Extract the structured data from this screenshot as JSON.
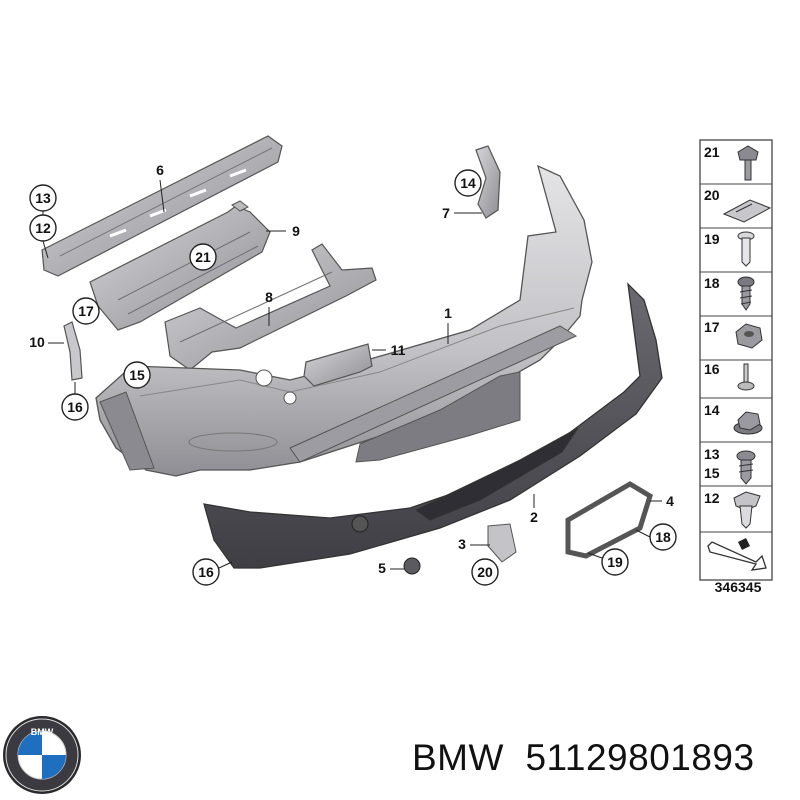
{
  "diagram": {
    "drawing_number": "346345",
    "callouts": [
      {
        "id": "c13",
        "label": "13",
        "circled": true
      },
      {
        "id": "c12",
        "label": "12",
        "circled": true
      },
      {
        "id": "c6",
        "label": "6",
        "circled": false
      },
      {
        "id": "c14",
        "label": "14",
        "circled": true
      },
      {
        "id": "c7",
        "label": "7",
        "circled": false
      },
      {
        "id": "c21",
        "label": "21",
        "circled": true
      },
      {
        "id": "c9",
        "label": "9",
        "circled": false
      },
      {
        "id": "c8",
        "label": "8",
        "circled": false
      },
      {
        "id": "c17",
        "label": "17",
        "circled": true
      },
      {
        "id": "c10",
        "label": "10",
        "circled": false
      },
      {
        "id": "c1",
        "label": "1",
        "circled": false
      },
      {
        "id": "c11",
        "label": "11",
        "circled": false
      },
      {
        "id": "c15",
        "label": "15",
        "circled": true
      },
      {
        "id": "c16a",
        "label": "16",
        "circled": true
      },
      {
        "id": "c4",
        "label": "4",
        "circled": false
      },
      {
        "id": "c2",
        "label": "2",
        "circled": false
      },
      {
        "id": "c18",
        "label": "18",
        "circled": true
      },
      {
        "id": "c3",
        "label": "3",
        "circled": false
      },
      {
        "id": "c16b",
        "label": "16",
        "circled": true
      },
      {
        "id": "c5",
        "label": "5",
        "circled": false
      },
      {
        "id": "c20",
        "label": "20",
        "circled": true
      },
      {
        "id": "c19",
        "label": "19",
        "circled": true
      }
    ],
    "legend": [
      {
        "labels": [
          "21"
        ],
        "icon": "torx-screw-icon"
      },
      {
        "labels": [
          "20"
        ],
        "icon": "spring-clip-icon"
      },
      {
        "labels": [
          "19"
        ],
        "icon": "expanding-rivet-icon"
      },
      {
        "labels": [
          "18"
        ],
        "icon": "self-tapping-screw-icon"
      },
      {
        "labels": [
          "17"
        ],
        "icon": "hex-nut-icon"
      },
      {
        "labels": [
          "16"
        ],
        "icon": "push-rivet-icon"
      },
      {
        "labels": [
          "14"
        ],
        "icon": "hex-nut-washer-icon"
      },
      {
        "labels": [
          "13",
          "15"
        ],
        "icon": "collar-screw-icon"
      },
      {
        "labels": [
          "12"
        ],
        "icon": "plastic-nut-icon"
      },
      {
        "labels": [],
        "icon": "tool-arrow-icon"
      }
    ]
  },
  "brand": {
    "logo_text": "BMW",
    "caption": "BMW  51129801893"
  }
}
